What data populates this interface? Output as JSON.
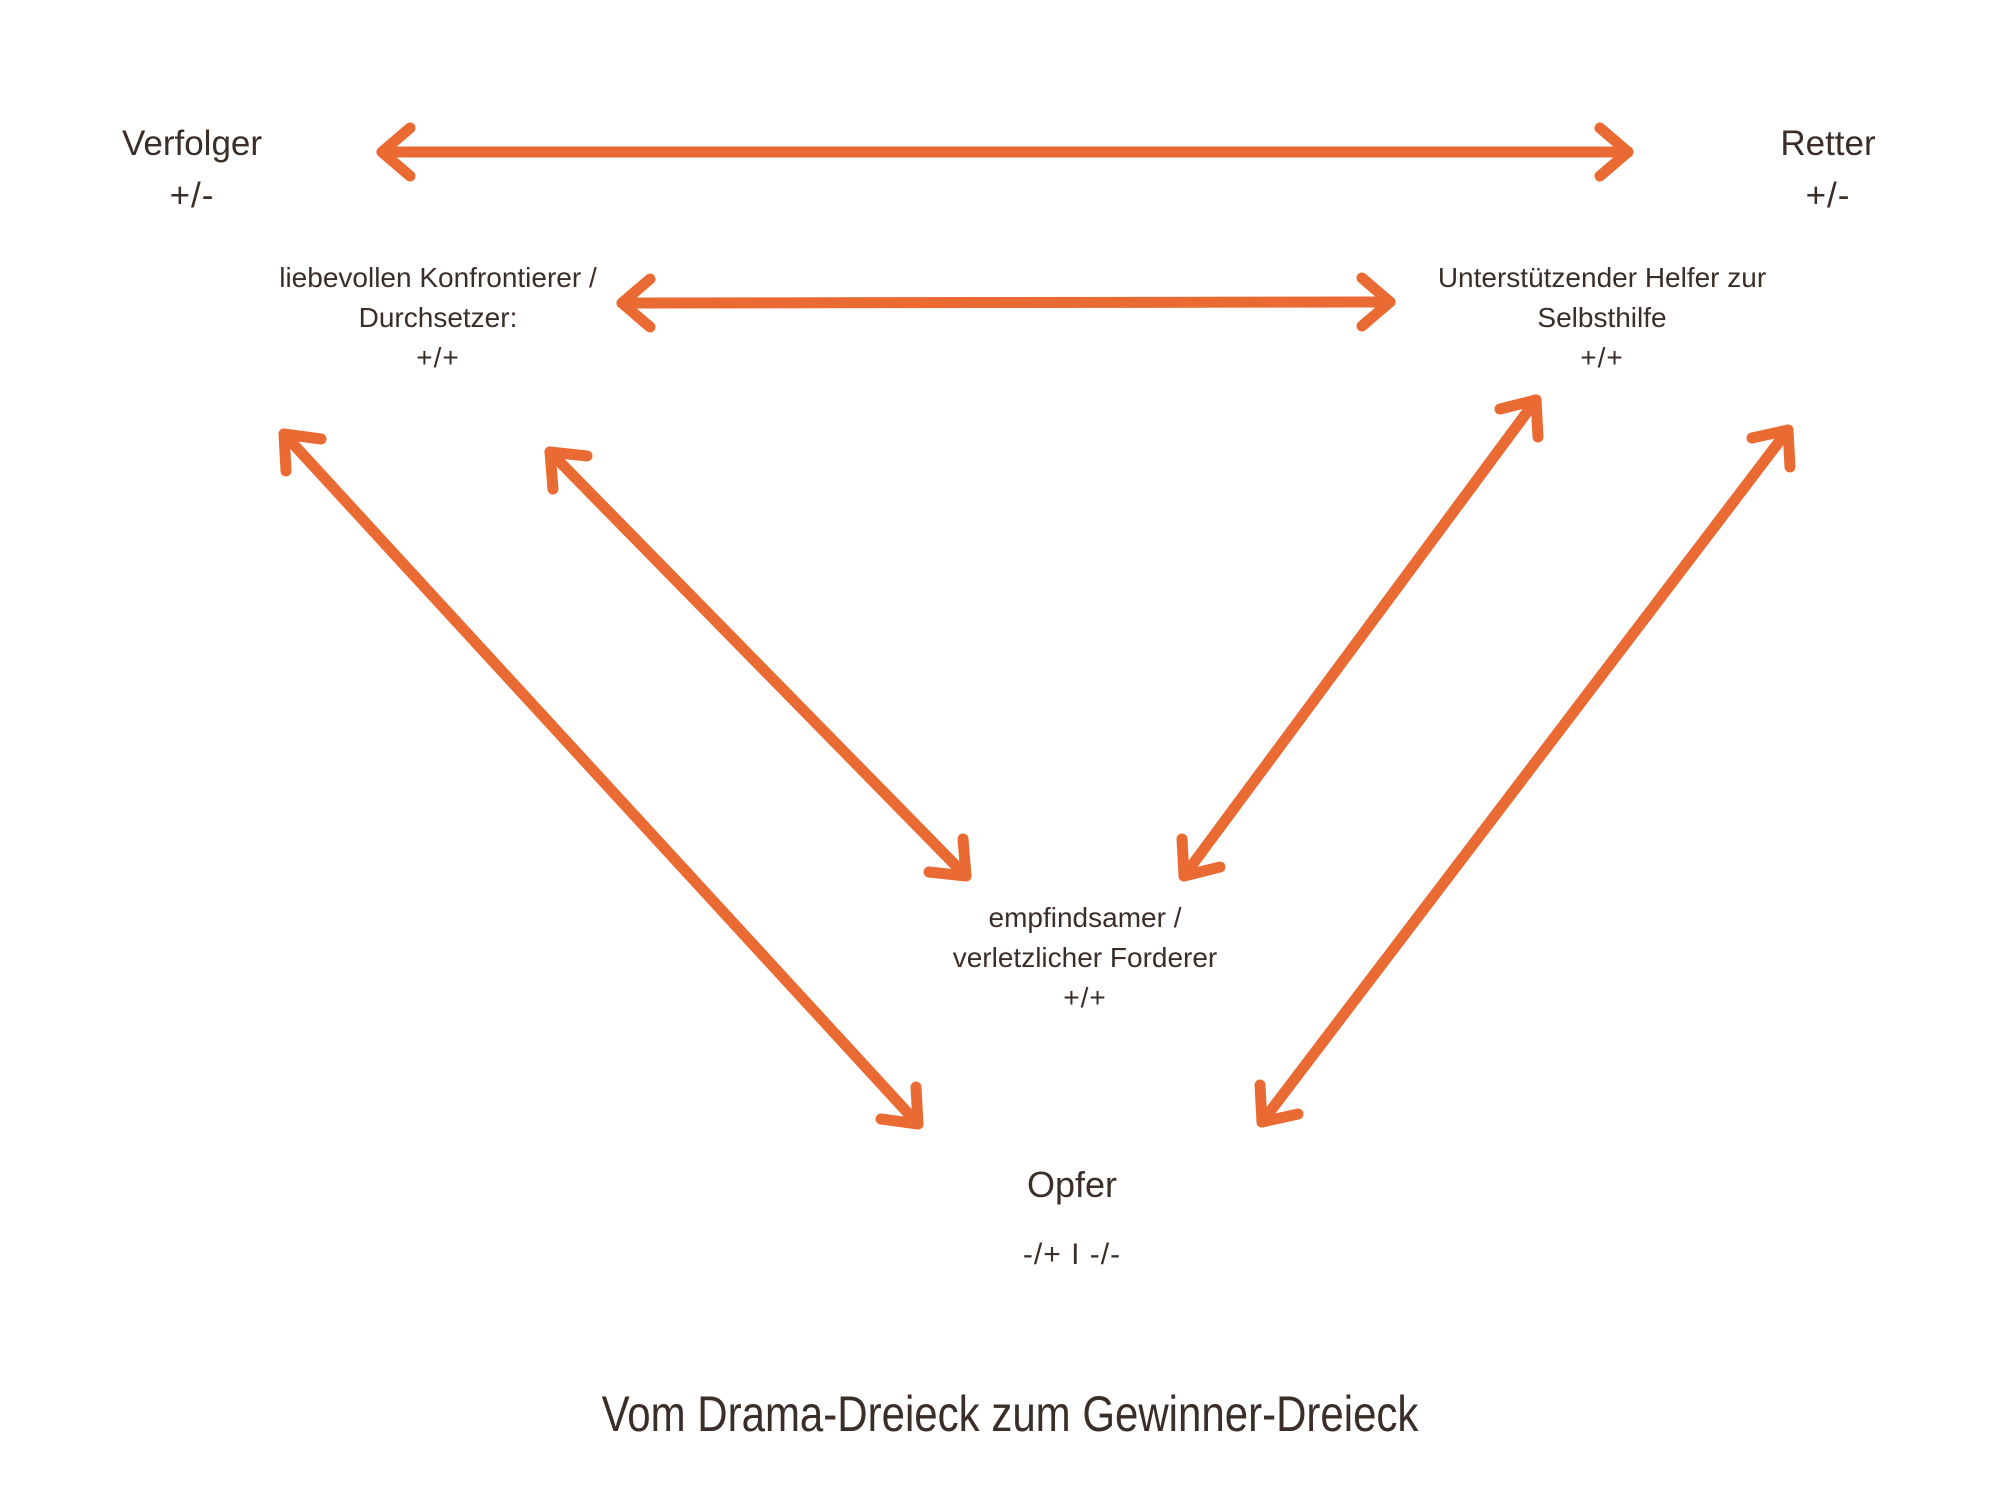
{
  "diagram": {
    "title": "Vom Drama-Dreieck zum Gewinner-Dreieck",
    "nodes": {
      "verfolger": {
        "label": "Verfolger",
        "score": "+/-"
      },
      "retter": {
        "label": "Retter",
        "score": "+/-"
      },
      "konfrontierer": {
        "line1": "liebevollen Konfrontierer /",
        "line2": "Durchsetzer:",
        "score": "+/+"
      },
      "helfer": {
        "line1": "Unterstützender Helfer zur",
        "line2": "Selbsthilfe",
        "score": "+/+"
      },
      "forderer": {
        "line1": "empfindsamer /",
        "line2": "verletzlicher Forderer",
        "score": "+/+"
      },
      "opfer": {
        "label": "Opfer",
        "score": "-/+ I -/-"
      }
    },
    "edges": [
      {
        "id": "verfolger-retter",
        "ends": [
          "verfolger",
          "retter"
        ],
        "type": "double-arrow"
      },
      {
        "id": "konfrontierer-helfer",
        "ends": [
          "konfrontierer",
          "helfer"
        ],
        "type": "double-arrow"
      },
      {
        "id": "verfolger-opfer",
        "ends": [
          "verfolger",
          "opfer"
        ],
        "type": "double-arrow"
      },
      {
        "id": "konfrontierer-forderer",
        "ends": [
          "konfrontierer",
          "forderer"
        ],
        "type": "double-arrow"
      },
      {
        "id": "forderer-helfer",
        "ends": [
          "forderer",
          "helfer"
        ],
        "type": "double-arrow"
      },
      {
        "id": "retter-opfer",
        "ends": [
          "retter",
          "opfer"
        ],
        "type": "double-arrow"
      }
    ],
    "colors": {
      "arrow": "#EA6A33",
      "text": "#3B2E28",
      "background": "#FFFFFF"
    }
  }
}
